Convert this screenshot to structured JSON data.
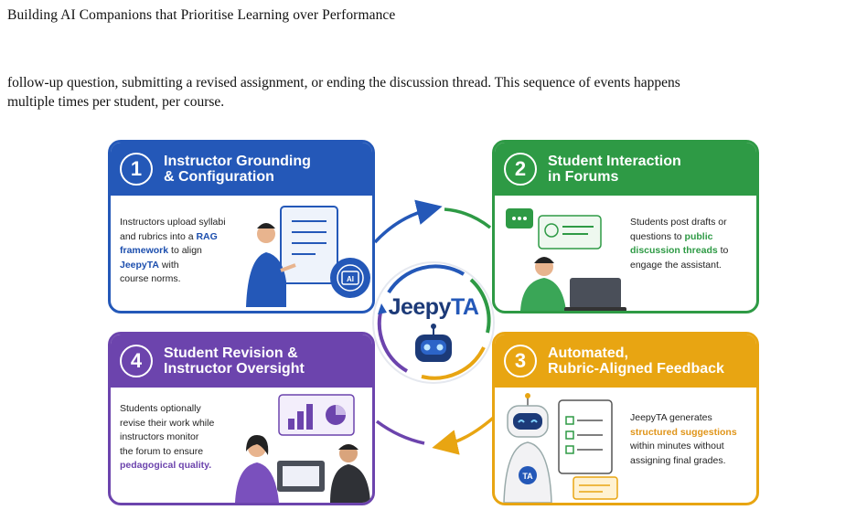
{
  "running_head": "Building AI Companions that Prioritise Learning over Performance",
  "paragraph": {
    "line1": "follow-up question, submitting a revised assignment, or ending the discussion thread. This sequence of events happens",
    "line2": "multiple times per student, per course."
  },
  "figure": {
    "hub": {
      "name_part1": "Jeepy",
      "name_part2": "TA",
      "robot_icon": "robot-head-icon"
    },
    "colors": {
      "step1": "#2458b8",
      "step2": "#2e9a45",
      "step3": "#e8a512",
      "step4": "#6c44ad"
    },
    "steps": [
      {
        "number": "1",
        "title_line1": "Instructor Grounding",
        "title_line2": "& Configuration",
        "desc": {
          "l1": "Instructors upload syllabi",
          "l2a": "and rubrics into a ",
          "l2b": "RAG",
          "l3": "framework",
          "l3b": " to align",
          "l4": "JeepyTA",
          "l4b": " with",
          "l5": "course norms."
        },
        "chip": "AI"
      },
      {
        "number": "2",
        "title_line1": "Student Interaction",
        "title_line2": "in Forums",
        "desc": {
          "l1": "Students post drafts or",
          "l2a": "questions to ",
          "l2b": "public",
          "l3": "discussion threads",
          "l3b": " to",
          "l4": "engage the assistant."
        }
      },
      {
        "number": "3",
        "title_line1": "Automated,",
        "title_line2": "Rubric-Aligned Feedback",
        "desc": {
          "l1": "JeepyTA generates",
          "l2": "structured suggestions",
          "l3": "within minutes without",
          "l4": "assigning final grades."
        },
        "badge": "TA"
      },
      {
        "number": "4",
        "title_line1": "Student Revision &",
        "title_line2": "Instructor Oversight",
        "desc": {
          "l1": "Students optionally",
          "l2": "revise their work while",
          "l3": "instructors monitor",
          "l4": "the forum to ensure",
          "l5": "pedagogical quality."
        }
      }
    ]
  }
}
